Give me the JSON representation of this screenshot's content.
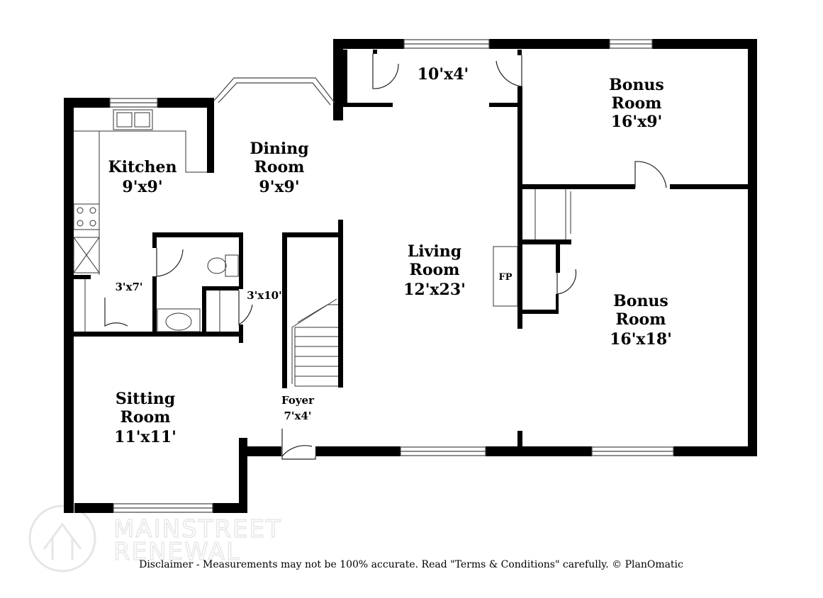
{
  "rooms": {
    "closet_top": {
      "size": "10'x4'"
    },
    "bonus_top": {
      "name_line1": "Bonus",
      "name_line2": "Room",
      "size": "16'x9'"
    },
    "kitchen": {
      "name": "Kitchen",
      "size": "9'x9'"
    },
    "dining": {
      "name_line1": "Dining",
      "name_line2": "Room",
      "size": "9'x9'"
    },
    "living": {
      "name_line1": "Living",
      "name_line2": "Room",
      "size": "12'x23'"
    },
    "fireplace": {
      "label": "FP"
    },
    "bonus_bottom": {
      "name_line1": "Bonus",
      "name_line2": "Room",
      "size": "16'x18'"
    },
    "bath_small": {
      "size": "3'x7'"
    },
    "bath_right": {
      "size": "3'x10'"
    },
    "sitting": {
      "name_line1": "Sitting",
      "name_line2": "Room",
      "size": "11'x11'"
    },
    "foyer": {
      "name": "Foyer",
      "size": "7'x4'"
    }
  },
  "watermark": {
    "line1": "MAINSTREET",
    "line2": "RENEWAL"
  },
  "disclaimer": "Disclaimer - Measurements may not be 100% accurate. Read \"Terms & Conditions\" carefully. © PlanOmatic"
}
